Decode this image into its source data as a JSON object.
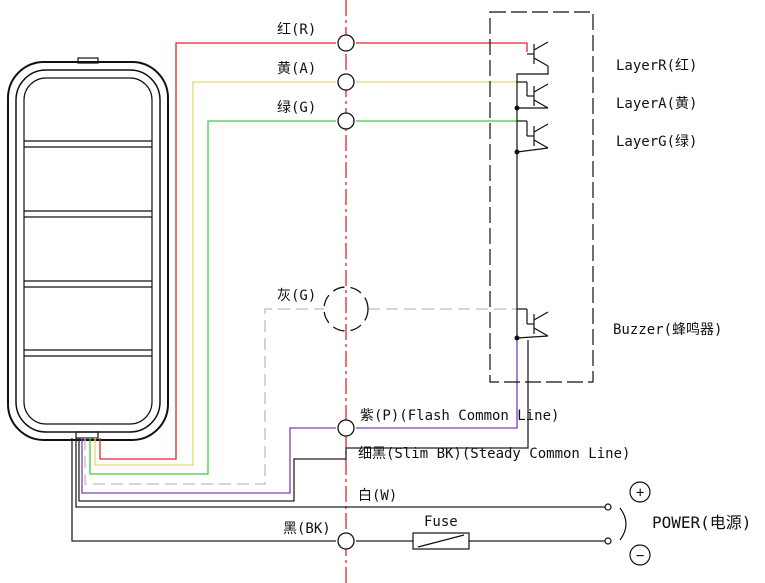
{
  "wires": {
    "red": "红(R)",
    "yellow": "黄(A)",
    "green": "绿(G)",
    "gray": "灰(G)",
    "purple": "紫(P)(Flash Common Line)",
    "slim_black": "细黑(Slim BK)(Steady Common Line)",
    "white": "白(W)",
    "black": "黑(BK)"
  },
  "components": {
    "layer_r": "LayerR(红)",
    "layer_a": "LayerA(黄)",
    "layer_g": "LayerG(绿)",
    "buzzer": "Buzzer(蜂鸣器)",
    "fuse": "Fuse",
    "power": "POWER(电源)",
    "plus": "+",
    "minus": "−"
  },
  "colors": {
    "red": "#e0262b",
    "yellow": "#e3d96a",
    "green": "#3fcf3a",
    "gray": "#bdbdbd",
    "purple": "#7b3fc4",
    "black": "#222222",
    "divider": "#e0262b"
  }
}
